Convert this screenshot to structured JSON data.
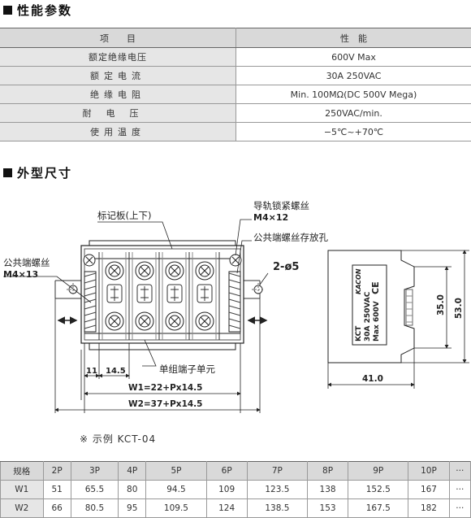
{
  "sections": {
    "performance": "性能参数",
    "dimensions": "外型尺寸"
  },
  "spec_table": {
    "headers": [
      "项　　目",
      "性　能"
    ],
    "rows": [
      {
        "item": "额定绝缘电压",
        "value": "600V Max"
      },
      {
        "item": "额定电流",
        "value": "30A 250VAC"
      },
      {
        "item": "绝缘电阻",
        "value": "Min. 100MΩ(DC 500V Mega)"
      },
      {
        "item": "耐电压",
        "value": "250VAC/min."
      },
      {
        "item": "使用温度",
        "value": "−5℃~+70℃"
      }
    ]
  },
  "drawing": {
    "label_marker_board": "标记板(上下)",
    "label_rail_screw": "导轨锁紧螺丝",
    "label_rail_screw_size": "M4×12",
    "label_common_hole": "公共端螺丝存放孔",
    "label_common_screw": "公共端螺丝",
    "label_common_screw_size": "M4×13",
    "label_holes": "2-ø5",
    "label_single_unit": "单组端子单元",
    "dim_11": "11",
    "dim_14_5": "14.5",
    "dim_w1": "W1=22+Px14.5",
    "dim_w2": "W2=37+Px14.5",
    "dim_41": "41.0",
    "dim_35": "35.0",
    "dim_53": "53.0",
    "side_brand": "KACON",
    "side_model": "KCT",
    "side_rating1": "30A 250VAC",
    "side_rating2": "Max 600V",
    "side_mark": "CE"
  },
  "example_note": "※ 示例 KCT-04",
  "dim_table": {
    "headers": [
      "规格",
      "2P",
      "3P",
      "4P",
      "5P",
      "6P",
      "7P",
      "8P",
      "9P",
      "10P",
      "···"
    ],
    "rows": [
      {
        "label": "W1",
        "values": [
          "51",
          "65.5",
          "80",
          "94.5",
          "109",
          "123.5",
          "138",
          "152.5",
          "167",
          "···"
        ]
      },
      {
        "label": "W2",
        "values": [
          "66",
          "80.5",
          "95",
          "109.5",
          "124",
          "138.5",
          "153",
          "167.5",
          "182",
          "···"
        ]
      }
    ]
  }
}
